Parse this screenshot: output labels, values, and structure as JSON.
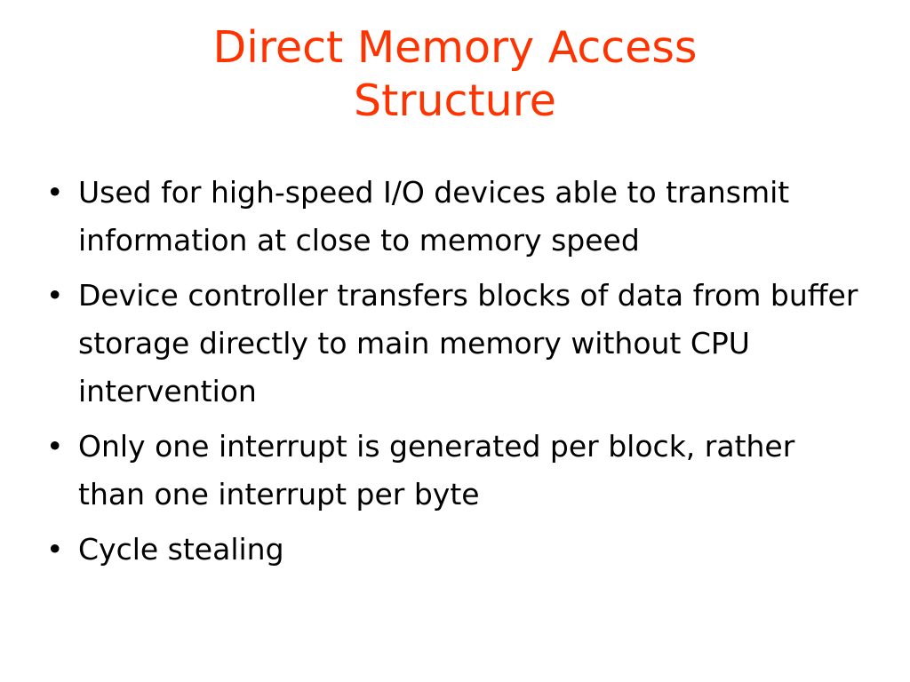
{
  "slide": {
    "title_lines": [
      "Direct Memory Access",
      "Structure"
    ],
    "bullet_glyph": "•",
    "bullets": [
      "Used for high-speed I/O devices able to transmit information at close to memory speed",
      "Device controller transfers blocks of data from buffer storage directly to main memory without CPU intervention",
      "Only one interrupt is generated per block, rather than one interrupt per byte",
      "Cycle stealing"
    ]
  },
  "colors": {
    "title": "#ff3300",
    "text": "#000000",
    "background": "#ffffff"
  }
}
